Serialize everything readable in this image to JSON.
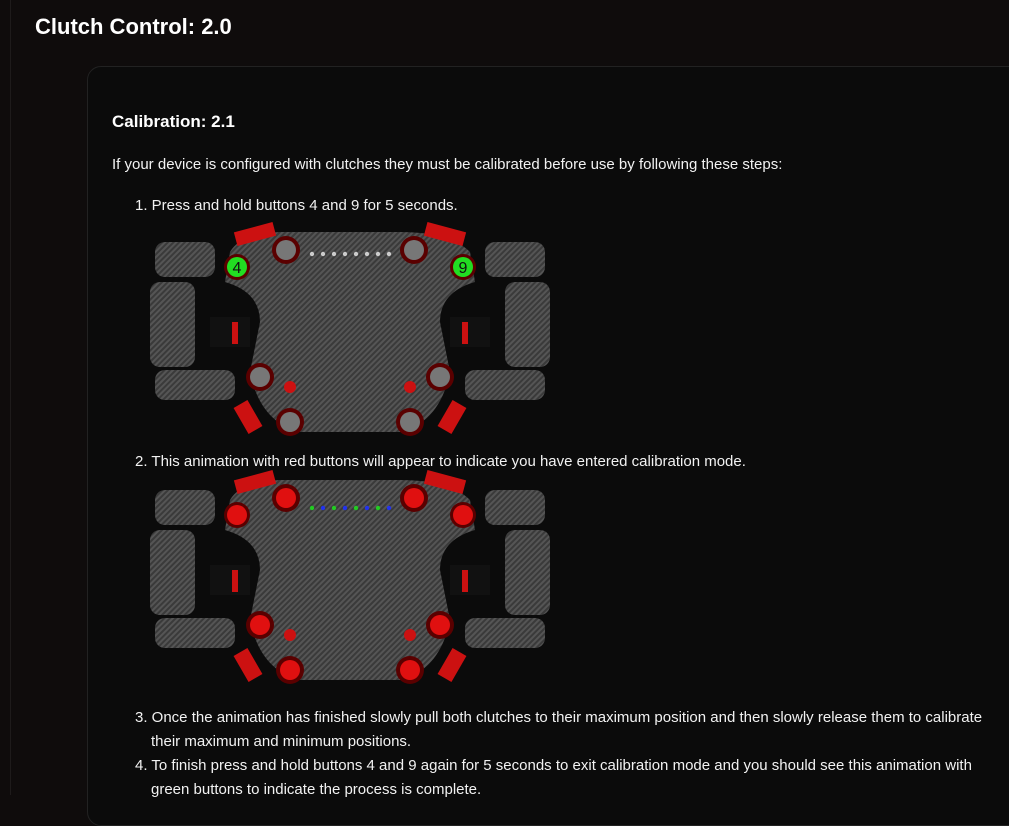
{
  "page": {
    "title": "Clutch Control: 2.0"
  },
  "section": {
    "title": "Calibration: 2.1",
    "intro": "If your device is configured with clutches they must be calibrated before use by following these steps:"
  },
  "steps": [
    "1. Press and hold buttons 4 and 9 for 5 seconds.",
    "2. This animation with red buttons will appear to indicate you have entered calibration mode.",
    "3. Once the animation has finished slowly pull both clutches to their maximum position and then slowly release them to calibrate their maximum and minimum positions.",
    "4. To finish press and hold buttons 4 and 9 again for 5 seconds to exit calibration mode and you should see this animation with green buttons to indicate the process is complete."
  ],
  "images": [
    {
      "button_labels": [
        "4",
        "9"
      ],
      "highlight_color": "#22dd22",
      "button_color": "#777777",
      "leds": "off"
    },
    {
      "button_labels": [],
      "highlight_color": "#e01010",
      "button_color": "#e01010",
      "leds": "on"
    }
  ],
  "colors": {
    "led_green": "#22cc22",
    "led_blue": "#2233ee",
    "accent_red": "#cc1111"
  }
}
